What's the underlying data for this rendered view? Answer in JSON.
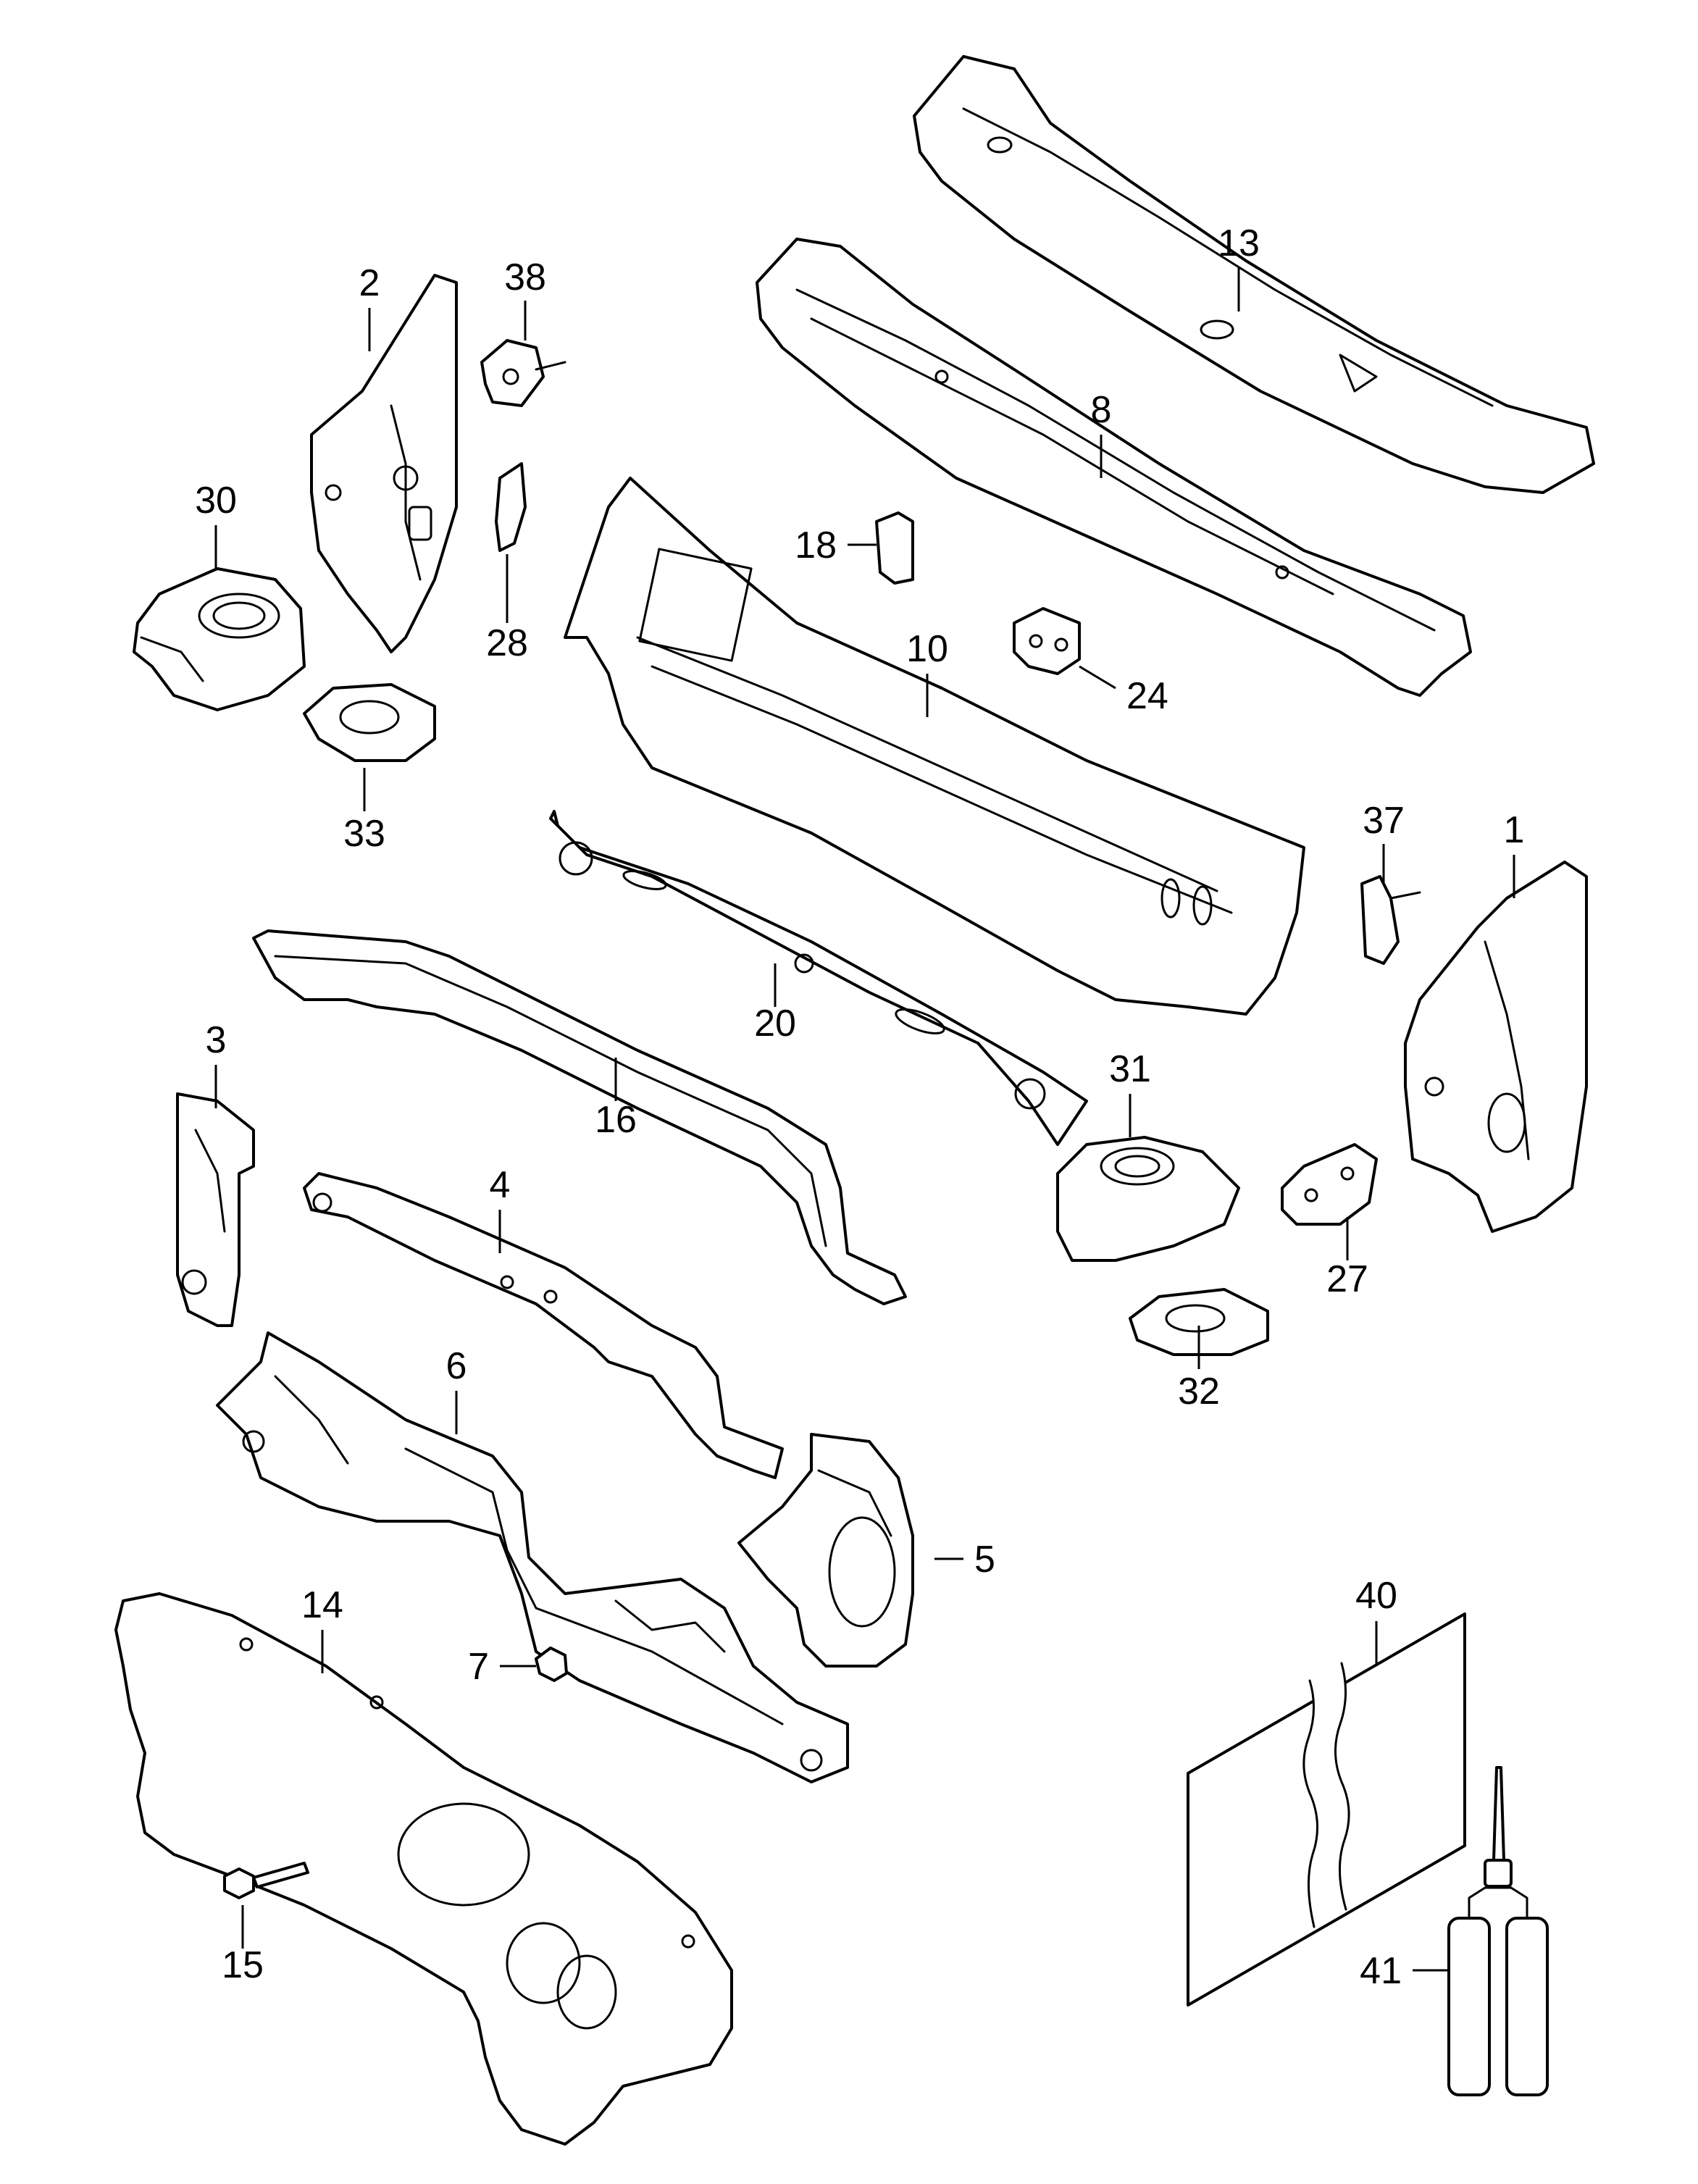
{
  "callouts": {
    "c1": "1",
    "c2": "2",
    "c3": "3",
    "c4": "4",
    "c5": "5",
    "c6": "6",
    "c7": "7",
    "c8": "8",
    "c10": "10",
    "c13": "13",
    "c14": "14",
    "c15": "15",
    "c16": "16",
    "c18": "18",
    "c20": "20",
    "c24": "24",
    "c27": "27",
    "c28": "28",
    "c30": "30",
    "c31": "31",
    "c32": "32",
    "c33": "33",
    "c37": "37",
    "c38": "38",
    "c40": "40",
    "c41": "41"
  }
}
